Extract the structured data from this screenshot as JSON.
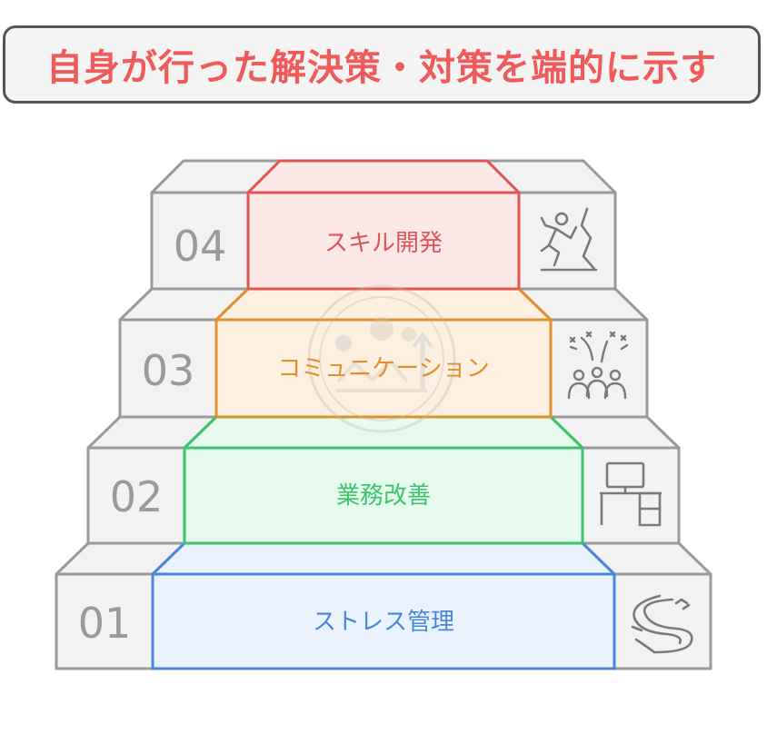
{
  "title": "自身が行った解決策・対策を端的に示す",
  "steps": [
    {
      "number": "04",
      "label": "スキル開発",
      "icon": "rock-climber-icon",
      "stroke": "#e05454",
      "fill": "#fde8e8",
      "text_color": "#e05454"
    },
    {
      "number": "03",
      "label": "コミュニケーション",
      "icon": "group-celebration-icon",
      "stroke": "#e0902e",
      "fill": "#fdf0e1",
      "text_color": "#e0902e"
    },
    {
      "number": "02",
      "label": "業務改善",
      "icon": "desk-computer-icon",
      "stroke": "#3cc46c",
      "fill": "#e6faee",
      "text_color": "#3cc46c"
    },
    {
      "number": "01",
      "label": "ストレス管理",
      "icon": "wavy-road-icon",
      "stroke": "#4a86d8",
      "fill": "#eaf2fd",
      "text_color": "#4a86d8"
    }
  ],
  "colors": {
    "block_fill": "#f2f2f2",
    "block_stroke": "#9a9a9a",
    "number_color": "#9a9a9a",
    "icon_color": "#7a7a7a",
    "title_color": "#ef5a5a"
  }
}
